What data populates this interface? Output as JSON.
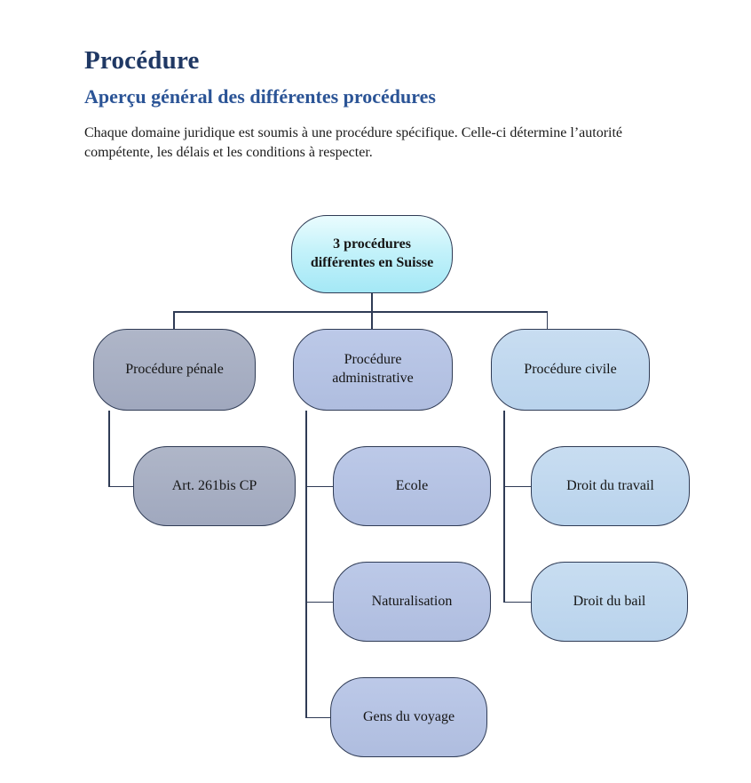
{
  "document": {
    "title": "Procédure",
    "heading": "Aperçu général des différentes procédures",
    "intro_lines": [
      "Chaque domaine juridique est soumis à une procédure spécifique. Celle-ci détermine l’autorité",
      "compétente, les délais et les conditions à respecter."
    ]
  },
  "diagram": {
    "root": {
      "label_lines": [
        "3 procédures",
        "différentes en Suisse"
      ]
    },
    "branches": {
      "penale": {
        "label": "Procédure pénale",
        "fill": "#A6AEC3"
      },
      "administrative": {
        "label": "Procédure administrative",
        "fill": "#B5C3E4"
      },
      "civile": {
        "label": "Procédure civile",
        "fill": "#BFD8EF"
      }
    },
    "leaves": {
      "art_261bis": {
        "label": "Art. 261bis CP",
        "parent": "penale"
      },
      "ecole": {
        "label": "Ecole",
        "parent": "administrative"
      },
      "droit_travail": {
        "label": "Droit du travail",
        "parent": "civile"
      },
      "naturalisation": {
        "label": "Naturalisation",
        "parent": "administrative"
      },
      "droit_bail": {
        "label": "Droit du bail",
        "parent": "civile"
      },
      "gens_voyage": {
        "label": "Gens du voyage",
        "parent": "administrative"
      }
    }
  },
  "colors": {
    "title": "#1F3864",
    "heading": "#2B5496",
    "body_text": "#1B1B1B",
    "node_border": "#2F3B55",
    "connector": "#2F3B55",
    "root_fill_top": "#EAFCFE",
    "root_fill_bottom": "#A4E8F6",
    "penale_fill": "#A6AEC3",
    "administrative_fill": "#B5C3E4",
    "civile_fill": "#BFD8EF",
    "page_background": "#FFFFFF"
  }
}
